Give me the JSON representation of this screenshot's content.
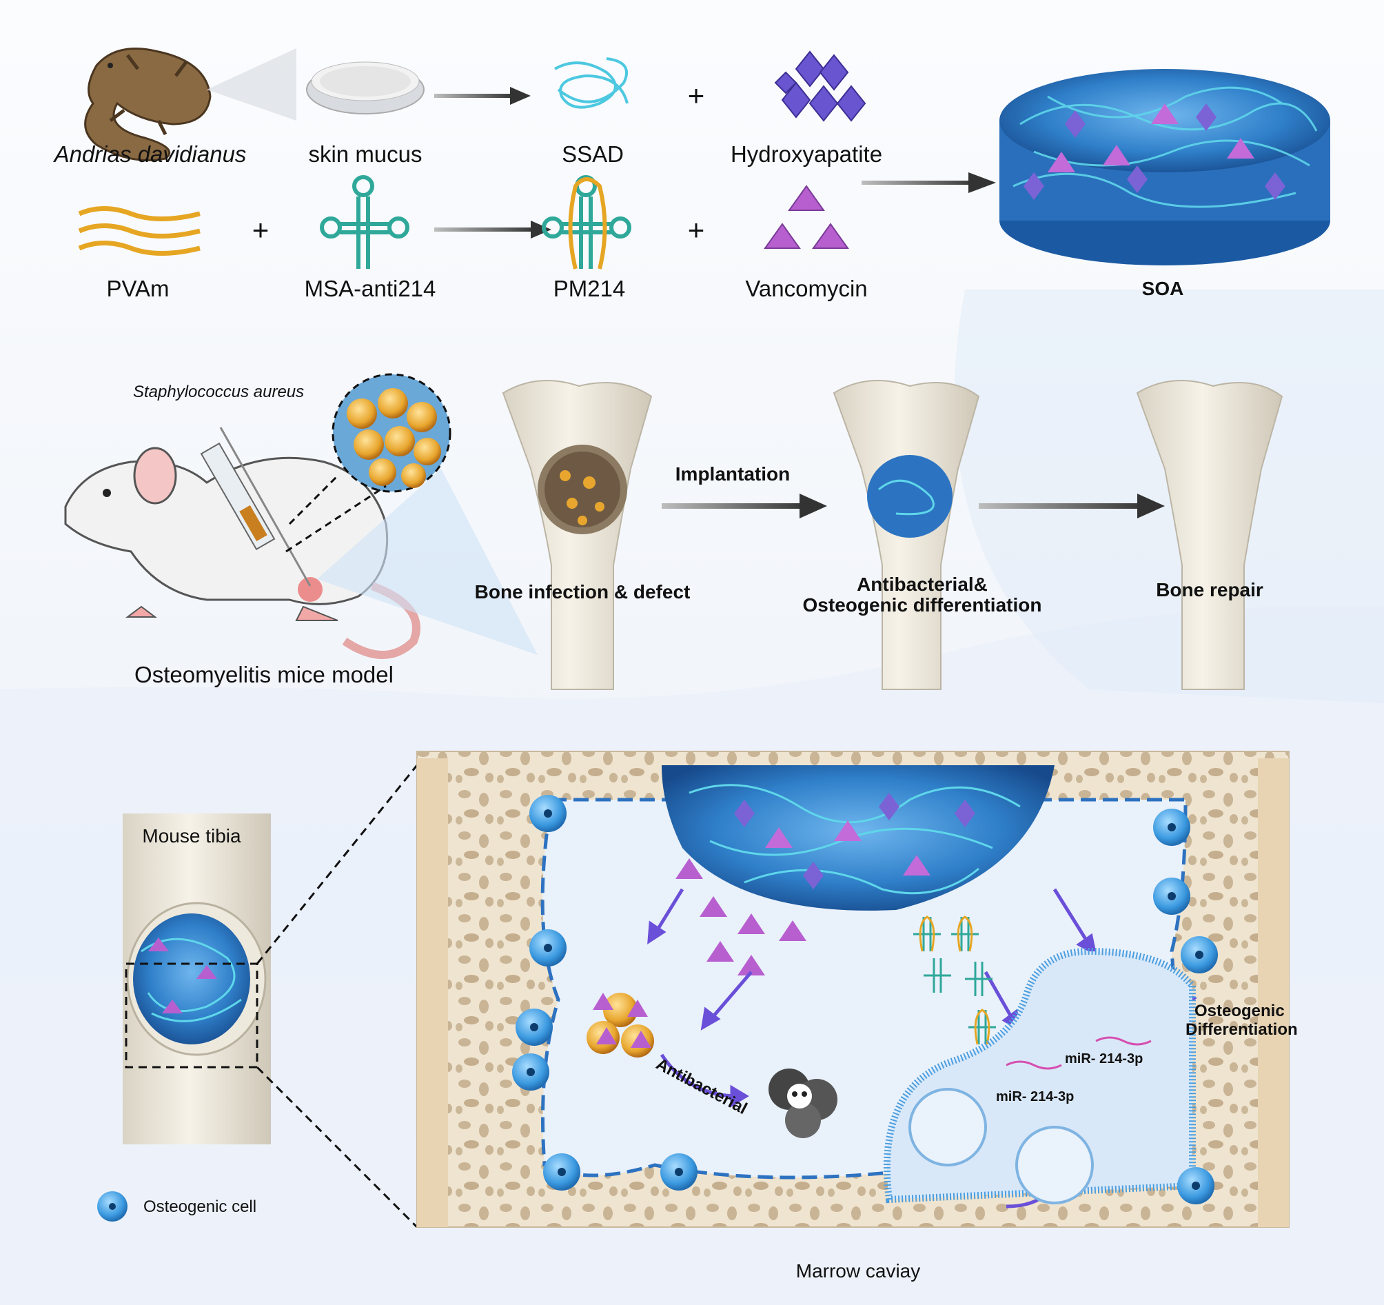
{
  "materials": {
    "organism": "Andrias davidianus",
    "mucus": "skin mucus",
    "ssad": "SSAD",
    "hydroxyapatite": "Hydroxyapatite",
    "pvam": "PVAm",
    "msa": "MSA-anti214",
    "pm214": "PM214",
    "vancomycin": "Vancomycin",
    "soa": "SOA",
    "plus": "+"
  },
  "model": {
    "bacteria": "Staphylococcus aureus",
    "mouse_model": "Osteomyelitis mice model",
    "bone_infection": "Bone infection & defect",
    "implantation": "Implantation",
    "antibacterial_line1": "Antibacterial&",
    "antibacterial_line2": "Osteogenic differentiation",
    "bone_repair": "Bone repair"
  },
  "detail": {
    "mouse_tibia": "Mouse tibia",
    "legend_cell": "Osteogenic cell",
    "marrow": "Marrow caviay",
    "antibacterial": "Antibacterial",
    "osteo_line1": "Osteogenic",
    "osteo_line2": "Differentiation",
    "mir1": "miR- 214-3p",
    "mir2": "miR- 214-3p"
  },
  "colors": {
    "hydrogel_blue": "#2f7fc9",
    "fiber_cyan": "#4cc8e0",
    "hap_purple": "#7b63d6",
    "vanco_magenta": "#b85fd0",
    "bone_beige": "#e9dcc6",
    "cell_blue": "#3c9ae0",
    "arrow_gray": "#4a4a4a"
  }
}
